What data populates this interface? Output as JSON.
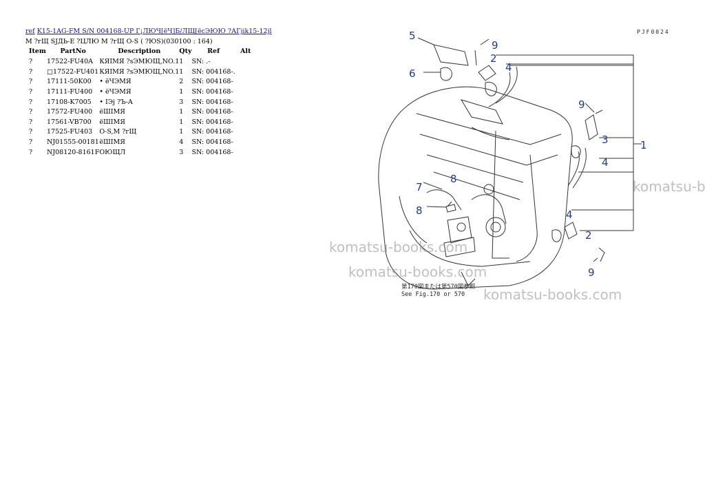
{
  "breadcrumb": {
    "ref_link": "ref",
    "model_link": "K15-1AG-FM S/N 004168-UP Г¡ЛЮЧ[ёЧ]Б/ЛЩ[ёсЭЮЮ ?АГjik15-12jl",
    "subtitle": "М ?гЩ SJДЬ-Е ?ЦЛЮ М ?гЩ О-S ( ?ЮS)(030100 : 164)"
  },
  "table": {
    "headers": [
      "Item",
      "PartNo",
      "Description",
      "Qty",
      "Ref",
      "Alt"
    ],
    "rows": [
      {
        "item": "?",
        "part": "17522-FU40A",
        "desc": "КЯІМЯ ?sЭМЮЩ,NO.1",
        "qty": "1",
        "ref": "SN: .-"
      },
      {
        "item": "?",
        "part": "□17522-FU401",
        "desc": "КЯІМЯ ?sЭМЮЩ,NO.1",
        "qty": "1",
        "ref": "SN: 004168-."
      },
      {
        "item": "?",
        "part": "17111-50K00",
        "desc": "• ёЧЭМЯ",
        "qty": "2",
        "ref": "SN: 004168-"
      },
      {
        "item": "?",
        "part": "17111-FU400",
        "desc": "• ёЧЭМЯ",
        "qty": "1",
        "ref": "SN: 004168-"
      },
      {
        "item": "?",
        "part": "17108-K7005",
        "desc": "• ІЭj ?Ъ-А",
        "qty": "3",
        "ref": "SN: 004168-"
      },
      {
        "item": "?",
        "part": "17572-FU400",
        "desc": "ёШІМЯ",
        "qty": "1",
        "ref": "SN: 004168-"
      },
      {
        "item": "?",
        "part": "17561-VB700",
        "desc": "ёШІМЯ",
        "qty": "1",
        "ref": "SN: 004168-"
      },
      {
        "item": "?",
        "part": "17525-FU403",
        "desc": "О-S,М ?гЩ",
        "qty": "1",
        "ref": "SN: 004168-"
      },
      {
        "item": "?",
        "part": "NJ01555-00181",
        "desc": "ёШІМЯ",
        "qty": "4",
        "ref": "SN: 004168-"
      },
      {
        "item": "?",
        "part": "NJ08120-8161F",
        "desc": "ОЮЩЛ",
        "qty": "3",
        "ref": "SN: 004168-"
      }
    ]
  },
  "diagram": {
    "code": "PJF0024",
    "callouts": [
      "5",
      "9",
      "2",
      "4",
      "6",
      "9",
      "3",
      "1",
      "4",
      "8",
      "7",
      "8",
      "4",
      "2",
      "9"
    ],
    "caption_line1": "第170図または第570図参照",
    "caption_line2": "See Fig.170 or 570"
  },
  "watermarks": [
    "komatsu-books.com",
    "komatsu-books.com",
    "komatsu-books.com",
    "komatsu-b"
  ]
}
